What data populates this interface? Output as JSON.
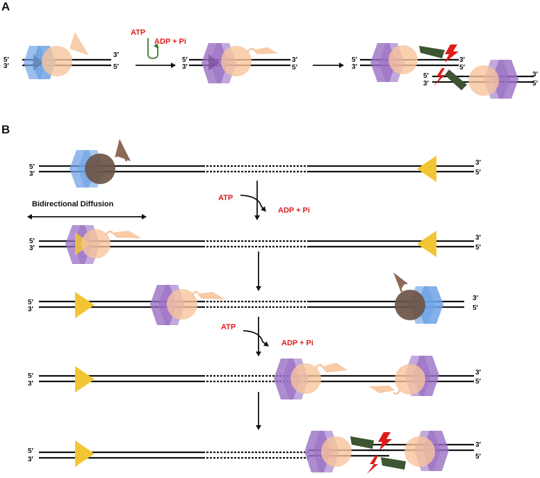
{
  "panels": {
    "a": "A",
    "b": "B"
  },
  "ends": {
    "five": "5′",
    "three": "3′"
  },
  "reaction": {
    "atp": "ATP",
    "products": "ADP + Pi"
  },
  "diffusion_label": "Bidirectional Diffusion",
  "colors": {
    "dna": "#111111",
    "ring_loaded": "#6fa3e6",
    "ring_active": "#9a6fc4",
    "motor": "#f7c49c",
    "inactive_motor": "#6d5446",
    "inactive_arm": "#8c6a55",
    "cleavage_domain": "#3d5532",
    "block": "#f2c533",
    "bolt": "#e01b1b",
    "atp_arrow": "#3c7a2c",
    "label_red": "#e01b1b"
  },
  "icons": [
    "loaded-clamp-icon",
    "activated-clamp-icon",
    "motor-domain-icon",
    "cleavage-domain-icon",
    "roadblock-icon",
    "lightning-cleavage-icon"
  ]
}
